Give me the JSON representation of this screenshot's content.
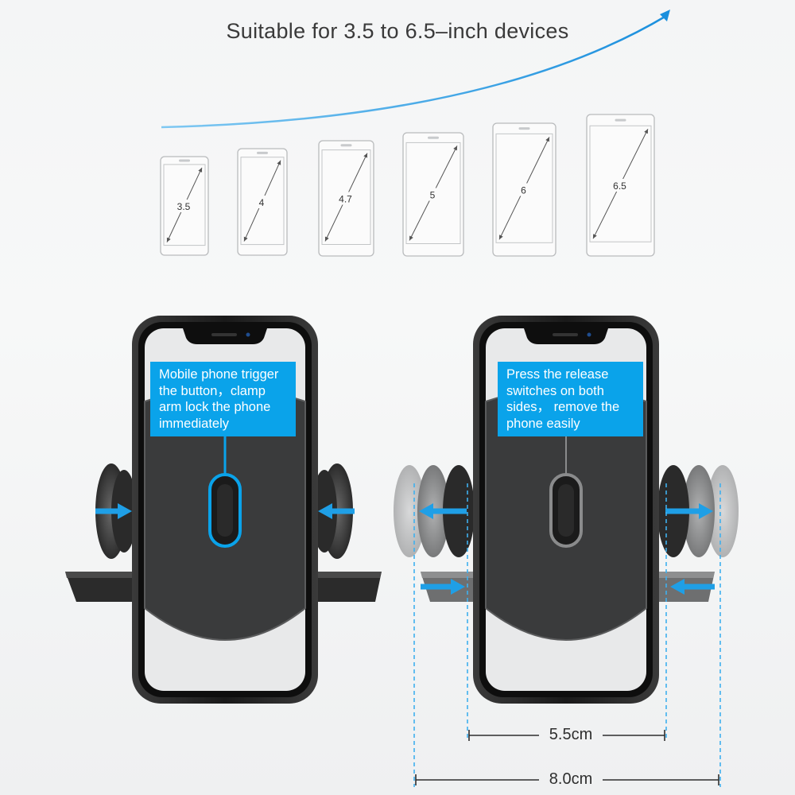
{
  "headline": "Suitable for 3.5 to 6.5–inch devices",
  "phones": [
    {
      "size": "3.5"
    },
    {
      "size": "4"
    },
    {
      "size": "4.7"
    },
    {
      "size": "5"
    },
    {
      "size": "6"
    },
    {
      "size": "6.5"
    }
  ],
  "callouts": {
    "lock": {
      "lines": [
        "Mobile phone trigger",
        "the button，clamp",
        "arm lock the phone",
        "immediately"
      ]
    },
    "release": {
      "lines": [
        "Press the release",
        "switches on both",
        "sides， remove the",
        "phone easily"
      ]
    }
  },
  "dimensions": {
    "inner": "5.5cm",
    "outer": "8.0cm"
  },
  "colors": {
    "accent": "#0aa3ea",
    "arrow": "#1f9fe6",
    "device_body": "#2a2a2a"
  }
}
